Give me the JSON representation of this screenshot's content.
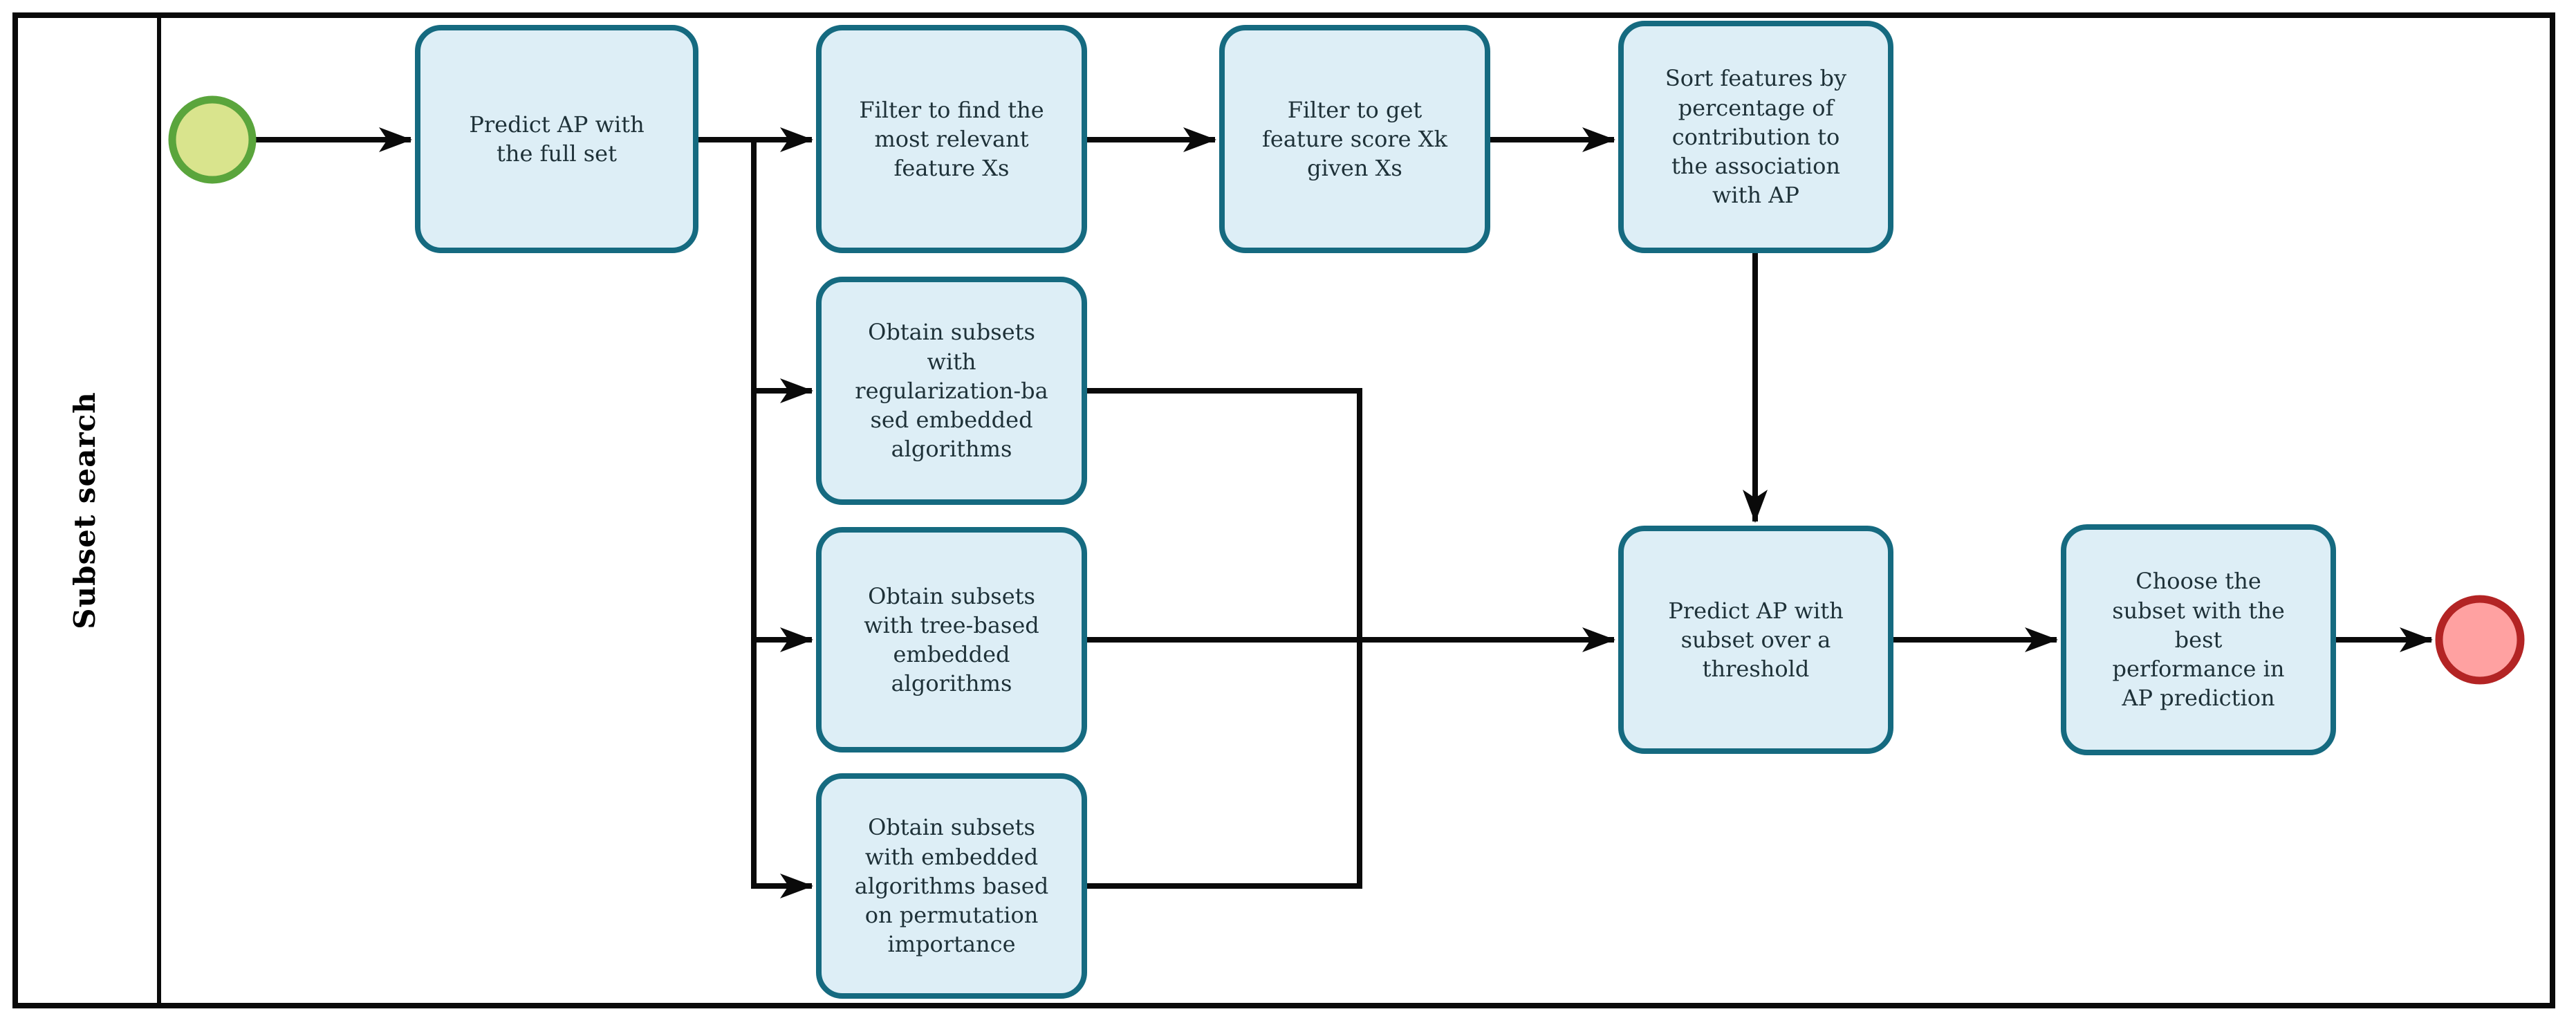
{
  "lane": {
    "label": "Subset search"
  },
  "nodes": {
    "start_event": {
      "name": "start-event",
      "shape": "circle"
    },
    "predict_full": {
      "label": "Predict AP with\nthe full set"
    },
    "filter_relevant": {
      "label": "Filter to find the\nmost relevant\nfeature Xs"
    },
    "filter_score": {
      "label": "Filter to get\nfeature score Xk\ngiven Xs"
    },
    "sort_features": {
      "label": "Sort features by\npercentage of\ncontribution to\nthe association\nwith AP"
    },
    "subsets_regularization": {
      "label": "Obtain subsets\nwith\nregularization-ba\nsed embedded\nalgorithms"
    },
    "subsets_tree": {
      "label": "Obtain subsets\nwith tree-based\nembedded\nalgorithms"
    },
    "subsets_permutation": {
      "label": "Obtain subsets\nwith embedded\nalgorithms based\non permutation\nimportance"
    },
    "predict_subset": {
      "label": "Predict AP with\nsubset over a\nthreshold"
    },
    "choose_subset": {
      "label": "Choose the\nsubset with the\nbest\nperformance in\nAP prediction"
    },
    "end_event": {
      "name": "end-event",
      "shape": "circle"
    }
  },
  "colors": {
    "task-fill": "#ddeef6",
    "task-border": "#156a80",
    "task-text": "#1e3138",
    "start-fill": "#d9e48d",
    "start-stroke": "#5aa53c",
    "end-fill": "#ffa1a1",
    "end-stroke": "#b32424",
    "wire": "#0a0a0a",
    "frame": "#0a0a0a"
  }
}
